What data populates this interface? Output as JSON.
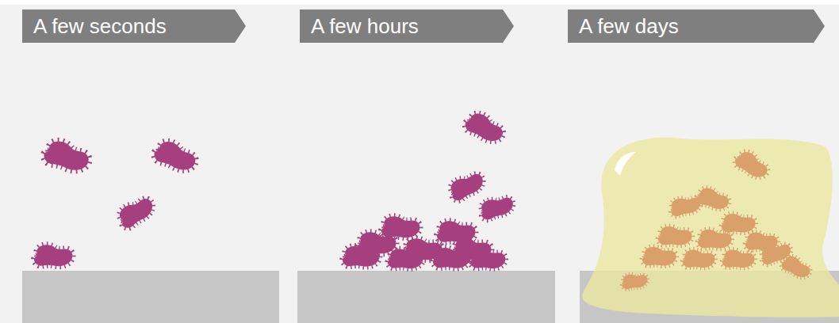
{
  "diagram": {
    "nodes": [
      {
        "text": [
          "A few seconds"
        ]
      },
      {
        "text": [
          "A few hours"
        ]
      },
      {
        "text": [
          "A few days"
        ]
      }
    ]
  }
}
